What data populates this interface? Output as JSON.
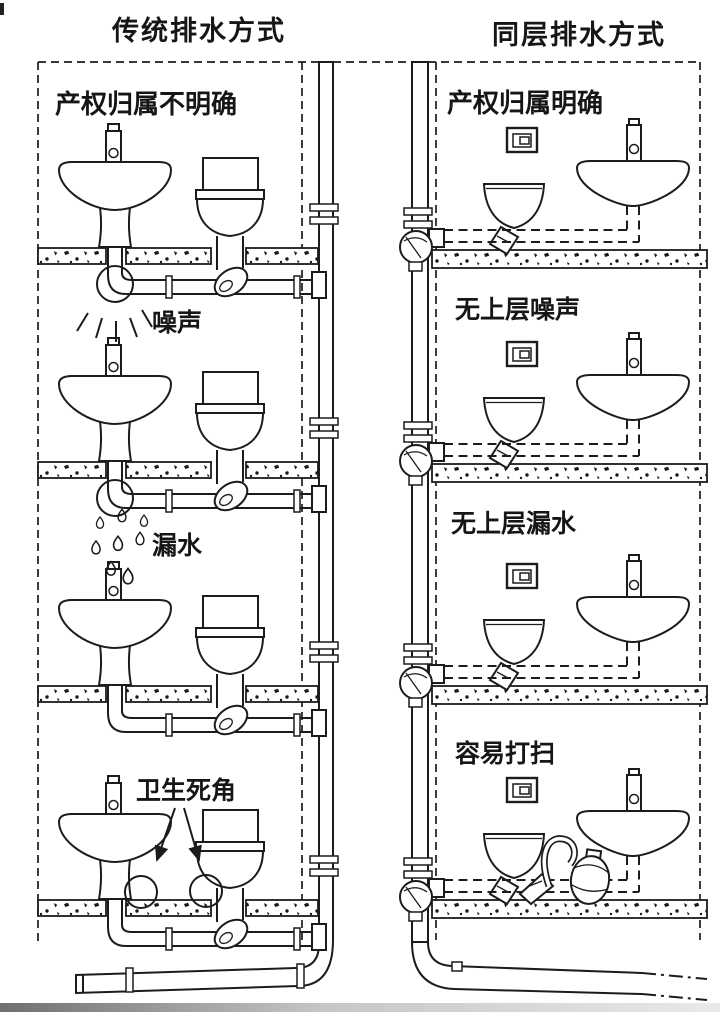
{
  "page": {
    "background": "#ffffff",
    "ink": "#1c1c1c"
  },
  "titles": {
    "left": "传统排水方式",
    "right": "同层排水方式"
  },
  "left_panel": {
    "label": "产权归属不明确",
    "annotations": {
      "noise": "噪声",
      "leak": "漏水",
      "dead_corner": "卫生死角"
    }
  },
  "right_panel": {
    "label": "产权归属明确",
    "annotations": {
      "no_noise": "无上层噪声",
      "no_leak": "无上层漏水",
      "easy_clean": "容易打扫"
    }
  }
}
